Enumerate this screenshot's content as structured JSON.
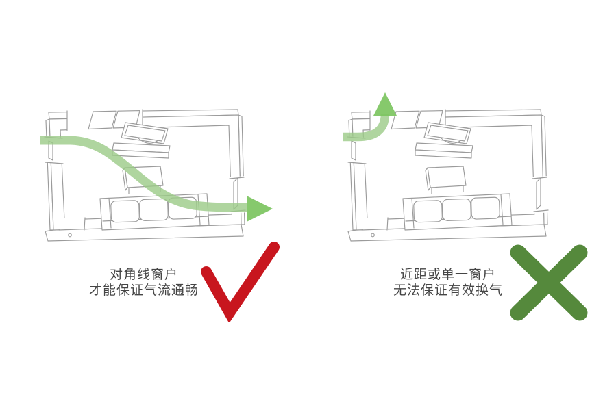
{
  "page": {
    "background": "#ffffff"
  },
  "colors": {
    "bg": "#ffffff",
    "line": "#9b9b9b",
    "text": "#454545",
    "flow_body": "#9ccb88",
    "flow_head": "#7cc45f",
    "check_red": "#c8161e",
    "cross_green": "#55893c"
  },
  "left_panel": {
    "caption_line1": "对角线窗户",
    "caption_line2": "才能保证气流通畅",
    "verdict": "check",
    "airflow": "diagonal-through-room"
  },
  "right_panel": {
    "caption_line1": "近距或单一窗户",
    "caption_line2": "无法保证有效换气",
    "verdict": "cross",
    "airflow": "short-circuit-same-corner"
  }
}
